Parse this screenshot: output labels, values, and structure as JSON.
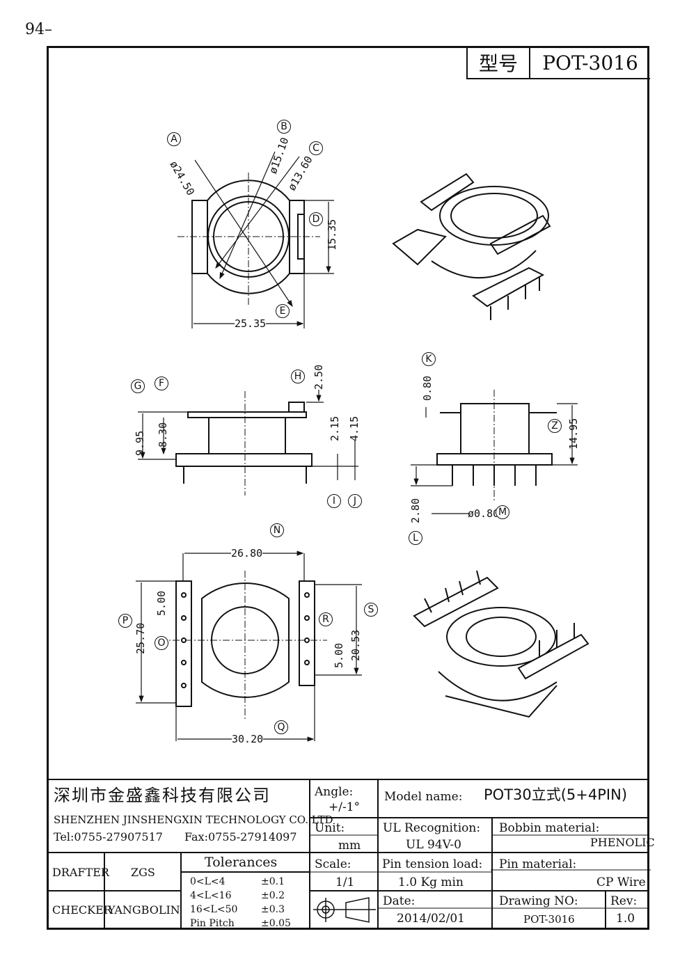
{
  "page_number": "94–",
  "model_box": {
    "label": "型号",
    "value": "POT-3016"
  },
  "dims": {
    "A": "ø24.50",
    "B": "ø15.10",
    "C": "ø13.60",
    "D": "15.35",
    "E": "25.35",
    "F": "8.30",
    "G": "9.95",
    "H": "2.50",
    "I": "2.15",
    "J": "4.15",
    "K": "0.80",
    "Z": "14.95",
    "L": "2.80",
    "M": "ø0.80",
    "N": "26.80",
    "P": "25.70",
    "O": "5.00",
    "Q": "30.20",
    "R": "5.00",
    "S": "20.53"
  },
  "callouts": [
    "A",
    "B",
    "C",
    "D",
    "E",
    "F",
    "G",
    "H",
    "I",
    "J",
    "K",
    "Z",
    "L",
    "M",
    "N",
    "P",
    "O",
    "Q",
    "R",
    "S"
  ],
  "company": {
    "cn": "深圳市金盛鑫科技有限公司",
    "en": "SHENZHEN JINSHENGXIN TECHNOLOGY CO.,LTD",
    "tel": "Tel:0755-27907517",
    "fax": "Fax:0755-27914097"
  },
  "angle": {
    "label": "Angle:",
    "value": "+/-1°"
  },
  "unit": {
    "label": "Unit:",
    "value": "mm"
  },
  "scale": {
    "label": "Scale:",
    "value": "1/1"
  },
  "model_name": {
    "label": "Model name:",
    "value": "POT30立式(5+4PIN)"
  },
  "ul": {
    "label": "UL Recognition:",
    "value": "UL 94V-0"
  },
  "bobbin": {
    "label": "Bobbin material:",
    "value": "PHENOLIC"
  },
  "pin_tension": {
    "label": "Pin tension load:",
    "value": "1.0 Kg min"
  },
  "pin_material": {
    "label": "Pin material:",
    "value": "CP Wire"
  },
  "date": {
    "label": "Date:",
    "value": "2014/02/01"
  },
  "drawing_no": {
    "label": "Drawing NO:",
    "value": "POT-3016"
  },
  "rev": {
    "label": "Rev:",
    "value": "1.0"
  },
  "drafter": {
    "label": "DRAFTER",
    "value": "ZGS"
  },
  "checker": {
    "label": "CHECKER",
    "value": "YANGBOLIN"
  },
  "tolerances": {
    "title": "Tolerances",
    "rows": [
      {
        "range": "0<L<4",
        "tol": "±0.1"
      },
      {
        "range": "4<L<16",
        "tol": "±0.2"
      },
      {
        "range": "16<L<50",
        "tol": "±0.3"
      },
      {
        "range": "Pin Pitch",
        "tol": "±0.05"
      }
    ]
  }
}
